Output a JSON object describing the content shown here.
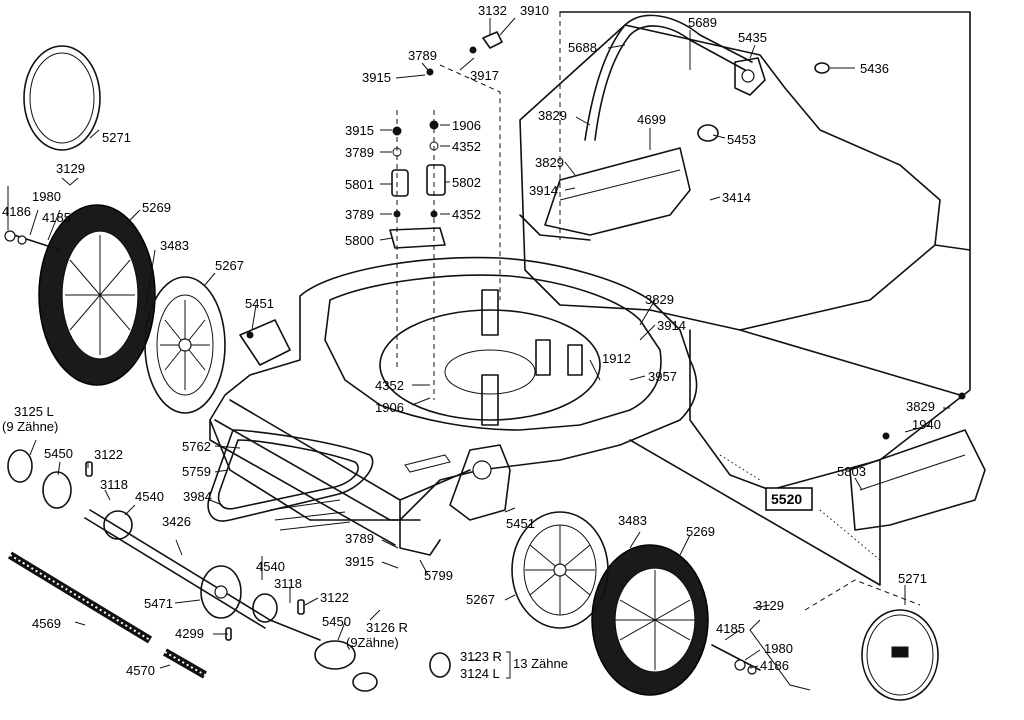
{
  "labels": {
    "p3132": "3132",
    "p3910": "3910",
    "p3789a": "3789",
    "p3915a": "3915",
    "p3917": "3917",
    "p5688": "5688",
    "p5689": "5689",
    "p5435": "5435",
    "p5436": "5436",
    "p3829a": "3829",
    "p4699": "4699",
    "p5453": "5453",
    "p3915b": "3915",
    "p1906a": "1906",
    "p3789b": "3789",
    "p4352a": "4352",
    "p5801": "5801",
    "p5802": "5802",
    "p3789c": "3789",
    "p4352b": "4352",
    "p5800": "5800",
    "p3829b": "3829",
    "p3914a": "3914",
    "p3414": "3414",
    "p5271a": "5271",
    "p3129a": "3129",
    "p1980a": "1980",
    "p4186a": "4186",
    "p4185a": "4185",
    "p5269a": "5269",
    "p3483a": "3483",
    "p5267a": "5267",
    "p5451a": "5451",
    "p3829c": "3829",
    "p3914b": "3914",
    "p1912": "1912",
    "p3957": "3957",
    "p4352c": "4352",
    "p1906b": "1906",
    "p3125L": "3125 L",
    "p3125Lsub": "(9 Zähne)",
    "p5450a": "5450",
    "p3122a": "3122",
    "p3118a": "3118",
    "p4540a": "4540",
    "p5762": "5762",
    "p5759": "5759",
    "p3984": "3984",
    "p3426": "3426",
    "p3829d": "3829",
    "p1940": "1940",
    "p5803": "5803",
    "p5520": "5520",
    "p5451b": "5451",
    "p3483b": "3483",
    "p5269b": "5269",
    "p3789d": "3789",
    "p3915c": "3915",
    "p5799": "5799",
    "p4540b": "4540",
    "p3118b": "3118",
    "p3122b": "3122",
    "p3126R": "3126 R",
    "p3126Rsub": "(9Zähne)",
    "p5471": "5471",
    "p4299": "4299",
    "p5450b": "5450",
    "p4569": "4569",
    "p4570": "4570",
    "p3123R": "3123 R",
    "p3124L": "3124 L",
    "p13z": "13 Zähne",
    "p5267b": "5267",
    "p3129b": "3129",
    "p4185b": "4185",
    "p1980b": "1980",
    "p4186b": "4186",
    "p5271b": "5271"
  }
}
